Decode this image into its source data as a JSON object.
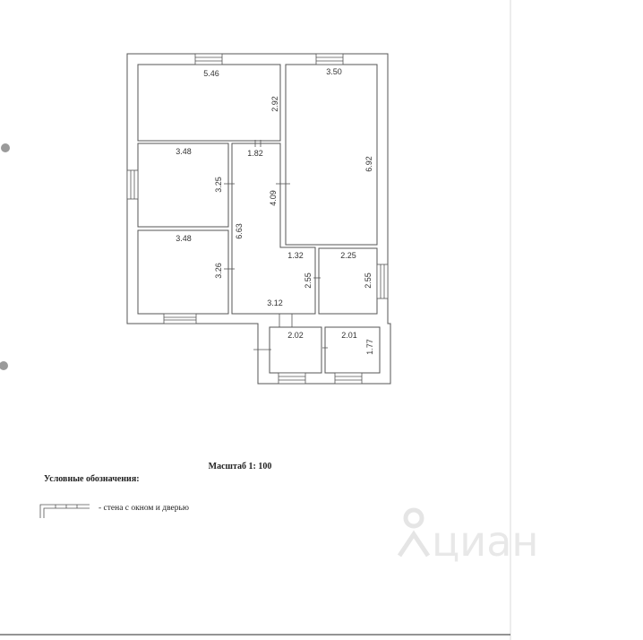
{
  "plan": {
    "dimensions": [
      {
        "id": "top-left-width",
        "text": "5.46"
      },
      {
        "id": "top-left-height",
        "text": "2.92"
      },
      {
        "id": "right-big-width",
        "text": "3.50"
      },
      {
        "id": "right-big-height",
        "text": "6.92"
      },
      {
        "id": "mid-left-width",
        "text": "3.48"
      },
      {
        "id": "mid-left-height",
        "text": "3.25"
      },
      {
        "id": "bottom-left-width",
        "text": "3.48"
      },
      {
        "id": "bottom-left-height",
        "text": "3.26"
      },
      {
        "id": "corridor-top",
        "text": "1.82"
      },
      {
        "id": "corridor-height",
        "text": "6.63"
      },
      {
        "id": "corridor-right-height",
        "text": "4.09"
      },
      {
        "id": "corridor-step",
        "text": "1.32"
      },
      {
        "id": "corridor-bottom",
        "text": "3.12"
      },
      {
        "id": "corridor-side",
        "text": "2.55"
      },
      {
        "id": "small-right-width",
        "text": "2.25"
      },
      {
        "id": "small-right-height",
        "text": "2.55"
      },
      {
        "id": "entry-width",
        "text": "2.02"
      },
      {
        "id": "bath-width",
        "text": "2.01"
      },
      {
        "id": "bath-height",
        "text": "1.77"
      }
    ]
  },
  "scale": {
    "label": "Масштаб 1: 100"
  },
  "legend": {
    "title": "Условные обозначения:",
    "items": [
      {
        "text": "- стена с окном и дверью"
      }
    ]
  },
  "watermark": {
    "text": "циан",
    "icon": "cian-pin-icon"
  }
}
